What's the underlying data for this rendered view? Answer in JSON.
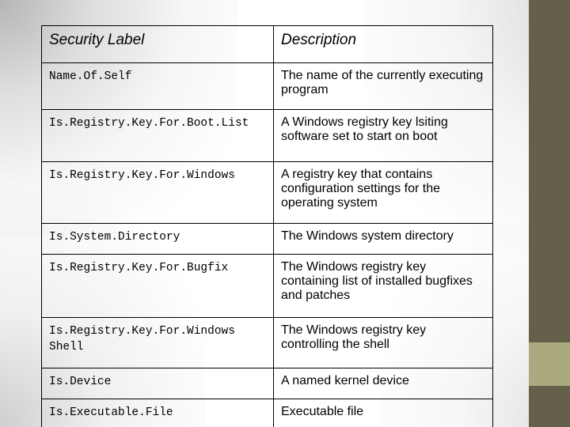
{
  "slide": {
    "background_color": "#ffffff",
    "accent_bar_color": "#665f4a",
    "accent_highlight_color": "#aaaa7e",
    "table_border_color": "#000000",
    "text_color": "#000000"
  },
  "table": {
    "headers": {
      "label": "Security Label",
      "description": "Description"
    },
    "rows": [
      {
        "label": "Name.Of.Self",
        "description": "The name of the currently executing program",
        "height_class": "h58"
      },
      {
        "label": "Is.Registry.Key.For.Boot.List",
        "description": "A Windows registry key lsiting software set to start on boot",
        "height_class": "h65"
      },
      {
        "label": "Is.Registry.Key.For.Windows",
        "description": "A registry key that contains configuration settings for the operating system",
        "height_class": "h77"
      },
      {
        "label": "Is.System.Directory",
        "description": "The Windows system directory",
        "height_class": "h38"
      },
      {
        "label": "Is.Registry.Key.For.Bugfix",
        "description": "The Windows registry key containing list of installed bugfixes and patches",
        "height_class": "h79"
      },
      {
        "label": "Is.Registry.Key.For.Windows Shell",
        "description": "The Windows registry key controlling the shell",
        "height_class": "h63"
      },
      {
        "label": "Is.Device",
        "description": "A named kernel device",
        "height_class": "h38"
      },
      {
        "label": "Is.Executable.File",
        "description": "Executable file",
        "height_class": "h38"
      }
    ]
  }
}
